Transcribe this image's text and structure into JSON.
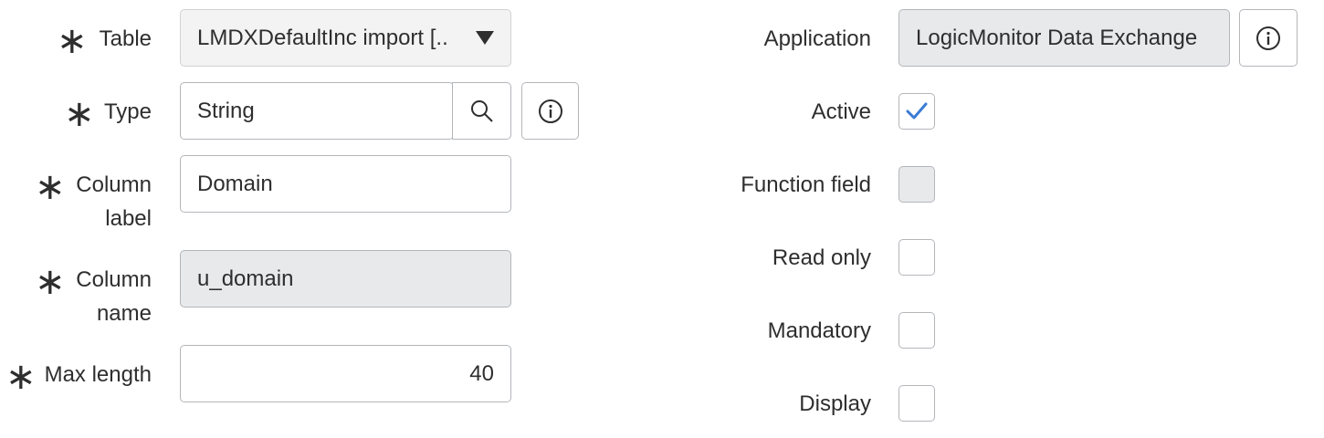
{
  "left": {
    "table": {
      "label": "Table",
      "value": "LMDXDefaultInc import [..",
      "icon": "caret-down-icon"
    },
    "type": {
      "label": "Type",
      "value": "String",
      "search_icon": "search-icon",
      "info_icon": "info-icon"
    },
    "column_label": {
      "label_line1": "Column",
      "label_line2": "label",
      "value": "Domain"
    },
    "column_name": {
      "label_line1": "Column",
      "label_line2": "name",
      "value": "u_domain"
    },
    "max_length": {
      "label": "Max length",
      "value": "40"
    },
    "required_mark": "∗"
  },
  "right": {
    "application": {
      "label": "Application",
      "value": "LogicMonitor Data Exchange",
      "info_icon": "info-icon"
    },
    "active": {
      "label": "Active",
      "checked": true
    },
    "function_field": {
      "label": "Function field",
      "checked": false,
      "disabled": true
    },
    "read_only": {
      "label": "Read only",
      "checked": false
    },
    "mandatory": {
      "label": "Mandatory",
      "checked": false
    },
    "display": {
      "label": "Display",
      "checked": false
    }
  },
  "colors": {
    "check": "#3a7bd5",
    "border": "#b3b6ba",
    "readonly_bg": "#e8e9eb"
  }
}
